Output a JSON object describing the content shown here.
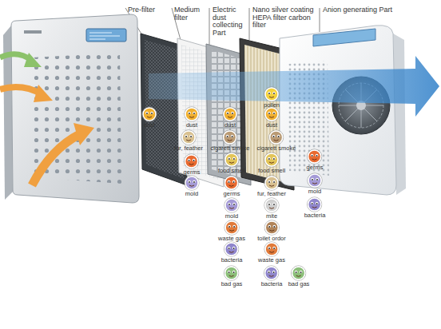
{
  "diagram": {
    "labels": [
      "Pre-filter",
      "Medium filter",
      "Electric dust collecting Part",
      "Nano silver coating HEPA filter carbon filter",
      "Anion generating Part",
      "dust",
      "dust",
      "fur, feather",
      "germs",
      "mold",
      "dust",
      "cigarett smoke",
      "food smell",
      "germs",
      "mold",
      "waste gas",
      "bacteria",
      "bad gas",
      "pollen",
      "dust",
      "cigarett smoke",
      "food smell",
      "fur, feather",
      "mite",
      "toilet ordor",
      "waste gas",
      "bacteria",
      "bad gas",
      "germs",
      "mold",
      "bacteria"
    ]
  }
}
